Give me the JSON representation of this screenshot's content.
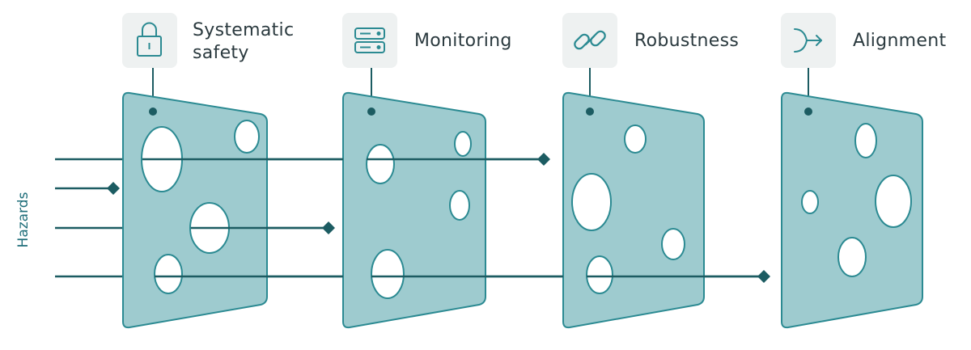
{
  "hazards_label": "Hazards",
  "layers": [
    {
      "icon": "lock-icon",
      "title_lines": [
        "Systematic",
        "safety"
      ]
    },
    {
      "icon": "server-icon",
      "title_lines": [
        "Monitoring"
      ]
    },
    {
      "icon": "link-icon",
      "title_lines": [
        "Robustness"
      ]
    },
    {
      "icon": "merge-arrow-icon",
      "title_lines": [
        "Alignment"
      ]
    }
  ],
  "colors": {
    "slice_fill": "#9ecbcf",
    "slice_stroke": "#2b8a92",
    "line": "#1c5c62",
    "icon_bg": "#eef1f1",
    "icon_stroke": "#2b8a92",
    "text": "#2b3a3f",
    "hazards_text": "#1f6e7a"
  }
}
